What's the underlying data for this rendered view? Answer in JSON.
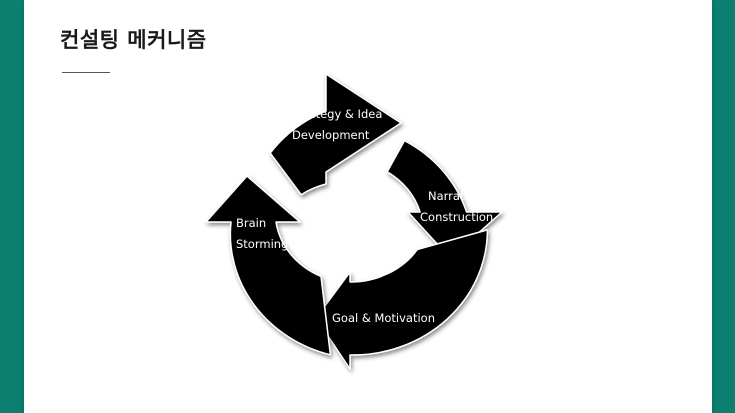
{
  "slide": {
    "title": "컨설팅 메커니즘"
  },
  "cycle": {
    "steps": [
      {
        "line1": "Strategy & Idea",
        "line2": "Development"
      },
      {
        "line1": "Narrative",
        "line2": "Construction"
      },
      {
        "line1": "Goal & Motivation",
        "line2": ""
      },
      {
        "line1": "Brain",
        "line2": "Storming"
      }
    ],
    "colors": {
      "ring": "#000000",
      "outline": "#ffffff",
      "label": "#ffffff",
      "background": "#0d7f70"
    }
  }
}
